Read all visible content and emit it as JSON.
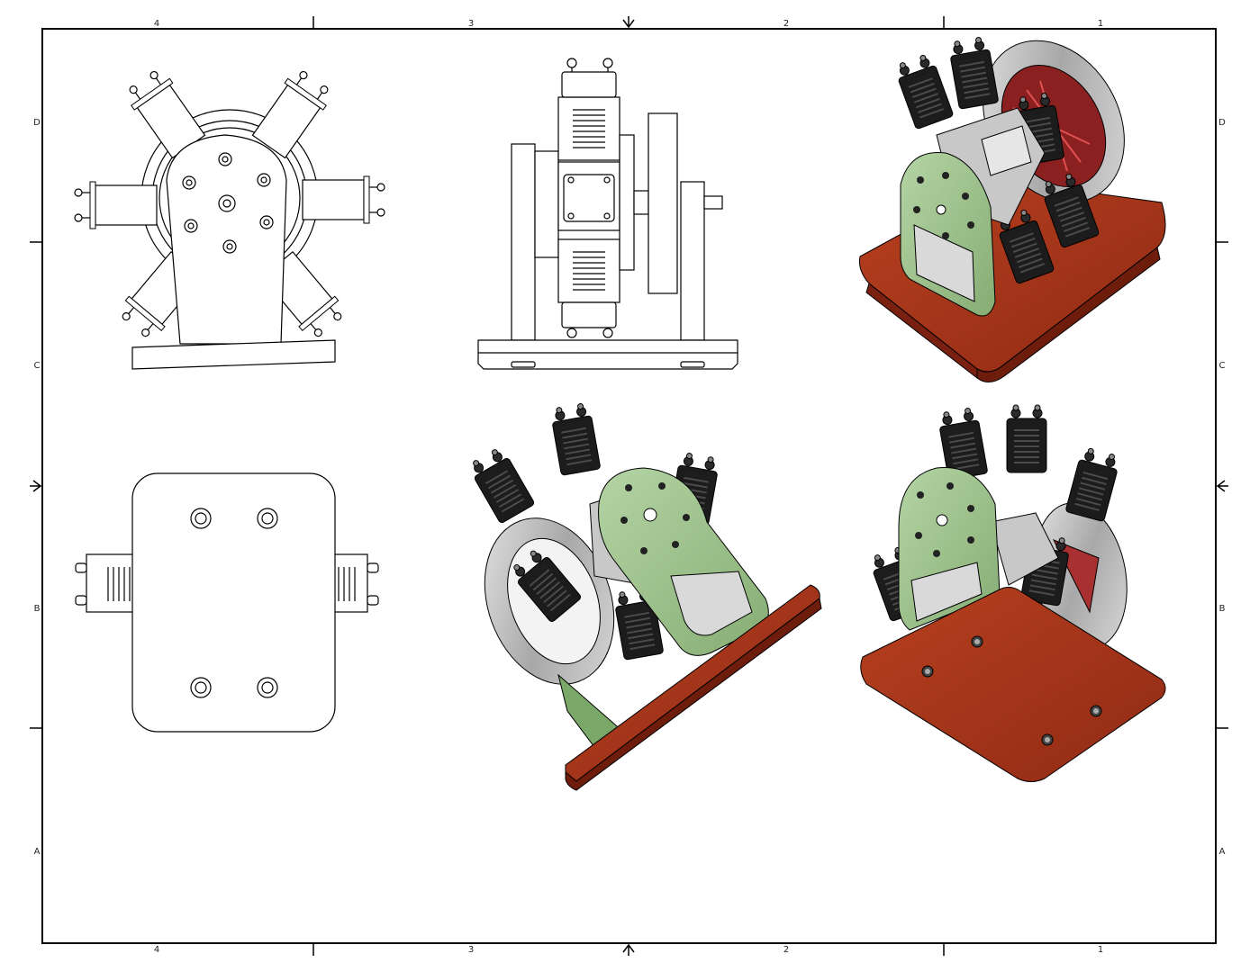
{
  "sheet": {
    "columns": [
      "4",
      "3",
      "2",
      "1"
    ],
    "rows": [
      "D",
      "C",
      "B",
      "A"
    ]
  },
  "views": {
    "front": {
      "type": "orthographic"
    },
    "side": {
      "type": "orthographic"
    },
    "bottom": {
      "type": "orthographic"
    },
    "iso_top": {
      "type": "isometric-shaded"
    },
    "iso_front": {
      "type": "isometric-shaded"
    },
    "iso_bottom": {
      "type": "isometric-shaded"
    }
  },
  "colors": {
    "line": "#000000",
    "cylinder": "#1c1c1c",
    "cylinder_fins": "#4a4a4a",
    "crankcase": "#c8c8c8",
    "mount_plate": "#9dc08b",
    "mount_window": "#d9d9d9",
    "base": "#a8351c",
    "base_edge": "#7a2010",
    "flywheel": "#bdbdbd",
    "spokes": "#b03030"
  }
}
